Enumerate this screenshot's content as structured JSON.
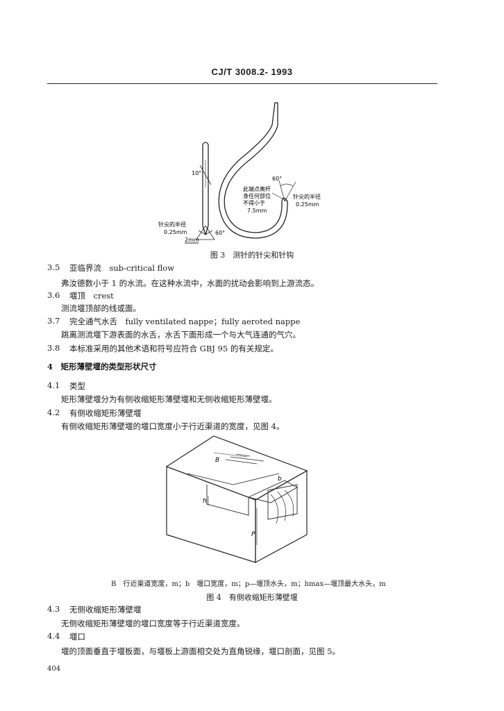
{
  "header": {
    "code": "CJ/T 3008.2- 1993"
  },
  "figure3": {
    "labels": {
      "angle_10": "10°",
      "angle_60_left": "60°",
      "tip_radius_left_1": "针尖的半径",
      "tip_radius_left_2": "0.25mm",
      "scale": "2mm",
      "hook_note_1": "此端点离杆",
      "hook_note_2": "身任何部位",
      "hook_note_3": "不得小于",
      "hook_note_4": "7.5mm",
      "angle_60_right": "60°",
      "tip_radius_right_1": "针尖的半径",
      "tip_radius_right_2": "0.25mm"
    },
    "caption": "图 3　测针的针尖和针钩"
  },
  "sections": [
    {
      "num": "3.5",
      "title": "亚临界流　sub-critical flow",
      "body": "弗汝德数小于 1 的水流。在这种水流中，水面的扰动会影响到上游流态。"
    },
    {
      "num": "3.6",
      "title": "堰顶　crest",
      "body": "测流堰顶部的线或面。"
    },
    {
      "num": "3.7",
      "title": "完全通气水舌　fully ventilated nappe；fully aeroted nappe",
      "body": "跳离测流堰下游表面的水舌，水舌下面形成一个与大气连通的气穴。"
    },
    {
      "num": "3.8",
      "title": "本标准采用的其他术语和符号应符合 GBJ 95 的有关规定。"
    }
  ],
  "chapter4": {
    "heading": "4　矩形薄壁堰的类型形状尺寸",
    "s41_num": "4.1",
    "s41_title": "类型",
    "s41_body": "矩形薄壁堰分为有侧收缩矩形薄壁堰和无侧收缩矩形薄壁堰。",
    "s42_num": "4.2",
    "s42_title": "有侧收缩矩形薄壁堰",
    "s42_body": "有侧收缩矩形薄壁堰的堰口宽度小于行近渠道的宽度，见图 4。"
  },
  "figure4": {
    "labels": {
      "B": "B",
      "b": "b",
      "h": "h",
      "P": "P"
    },
    "legend": "B　行近渠道宽度，m；b　堰口宽度，m；p—堰顶水头，m；hmax—堰顶最大水头，m",
    "caption": "图 4　有侧收缩矩形薄壁堰"
  },
  "section43": {
    "num": "4.3",
    "title": "无侧收缩矩形薄壁堰",
    "body": "无侧收缩矩形薄壁堰的堰口宽度等于行近渠道宽度。"
  },
  "section44": {
    "num": "4.4",
    "title": "堰口",
    "body": "堰的顶面垂直于堰板面，与堰板上游面相交处为直角锐缘，堰口剖面，见图 5。"
  },
  "footer": {
    "page": "404"
  }
}
